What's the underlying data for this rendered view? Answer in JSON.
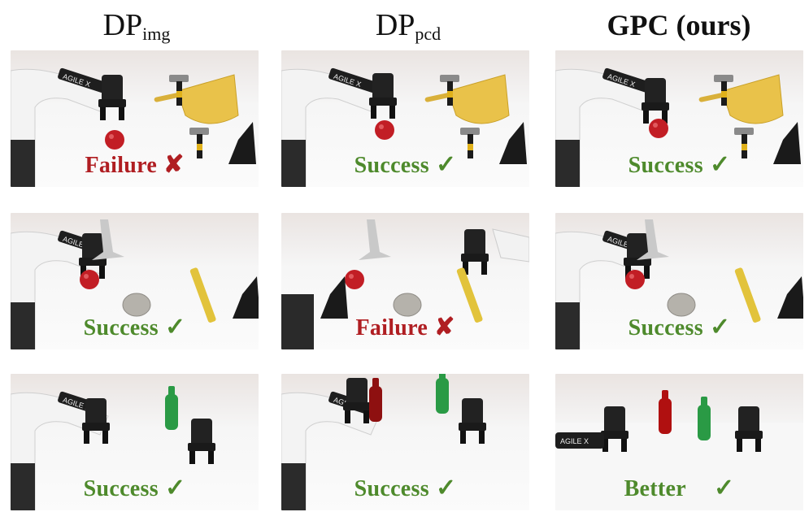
{
  "headers": {
    "col1_main": "DP",
    "col1_sub": "img",
    "col2_main": "DP",
    "col2_sub": "pcd",
    "col3": "GPC (ours)"
  },
  "cells": [
    {
      "label": "Failure",
      "status": "failure",
      "mark": "✘"
    },
    {
      "label": "Success",
      "status": "success",
      "mark": "✓"
    },
    {
      "label": "Success",
      "status": "success",
      "mark": "✓"
    },
    {
      "label": "Success",
      "status": "success",
      "mark": "✓"
    },
    {
      "label": "Failure",
      "status": "failure",
      "mark": "✘"
    },
    {
      "label": "Success",
      "status": "success",
      "mark": "✓"
    },
    {
      "label": "Success",
      "status": "success",
      "mark": "✓"
    },
    {
      "label": "Success",
      "status": "success",
      "mark": "✓"
    },
    {
      "label": "Better",
      "status": "better",
      "mark": "✓"
    }
  ],
  "robot_logo_text": "AGILE X",
  "colors": {
    "success": "#4e8a2c",
    "failure": "#b01e22"
  }
}
